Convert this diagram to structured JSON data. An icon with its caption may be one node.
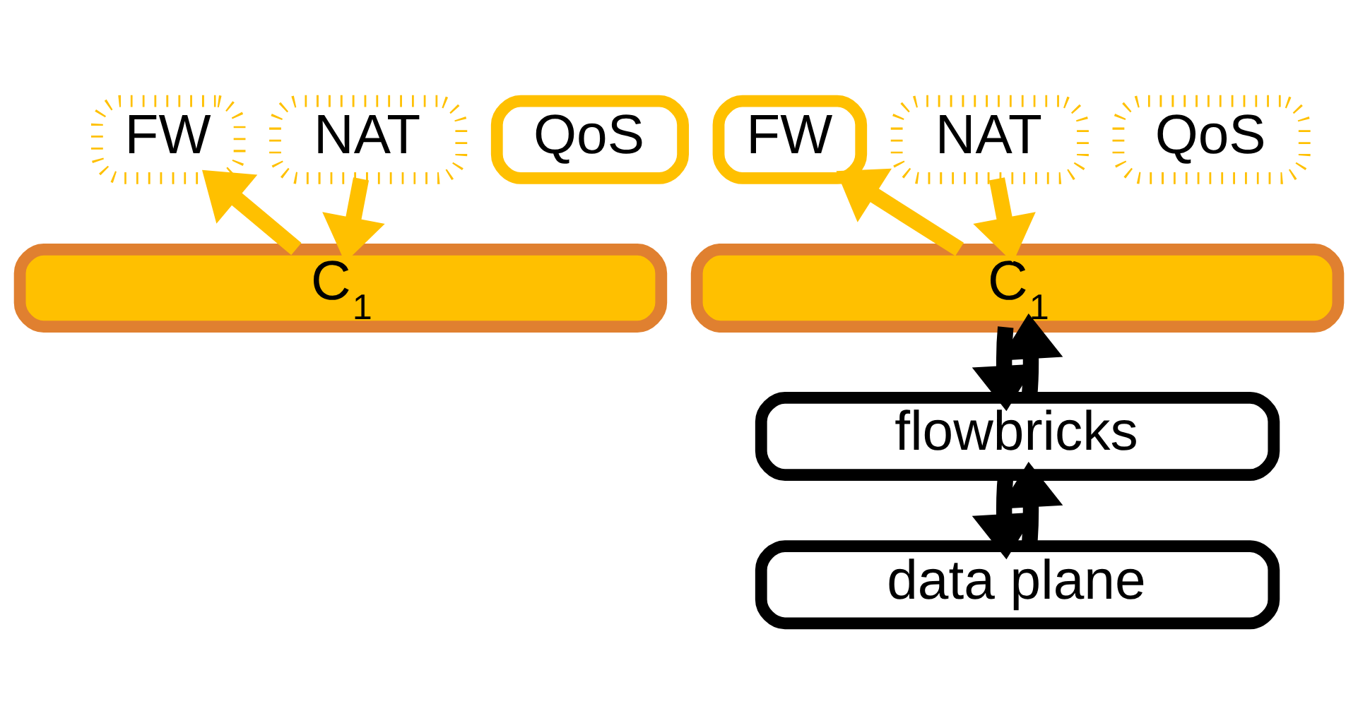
{
  "diagram": {
    "nodes": [
      {
        "text": [
          "FW"
        ]
      },
      {
        "text": [
          "NAT"
        ]
      },
      {
        "text": [
          "QoS"
        ]
      },
      {
        "text": [
          "C$_{1}$"
        ]
      },
      {
        "text": [
          "FW"
        ]
      },
      {
        "text": [
          "NAT"
        ]
      },
      {
        "text": [
          "QoS"
        ]
      },
      {
        "text": [
          "C$_{1}$"
        ]
      },
      {
        "text": [
          "flowbricks"
        ]
      },
      {
        "text": [
          "data plane"
        ]
      }
    ],
    "edges": [
      {
        "from": 3,
        "to": 0,
        "arrow": "to",
        "color": "#ffc000"
      },
      {
        "from": 1,
        "to": 3,
        "arrow": "to",
        "color": "#ffc000"
      },
      {
        "from": 7,
        "to": 4,
        "arrow": "to",
        "color": "#ffc000"
      },
      {
        "from": 5,
        "to": 7,
        "arrow": "to",
        "color": "#ffc000"
      },
      {
        "from": 8,
        "to": 7,
        "arrow": "to",
        "color": "#000000"
      },
      {
        "from": 7,
        "to": 8,
        "arrow": "to",
        "color": "#000000"
      },
      {
        "from": 9,
        "to": 8,
        "arrow": "to",
        "color": "#000000"
      },
      {
        "from": 8,
        "to": 9,
        "arrow": "to",
        "color": "#000000"
      }
    ]
  }
}
